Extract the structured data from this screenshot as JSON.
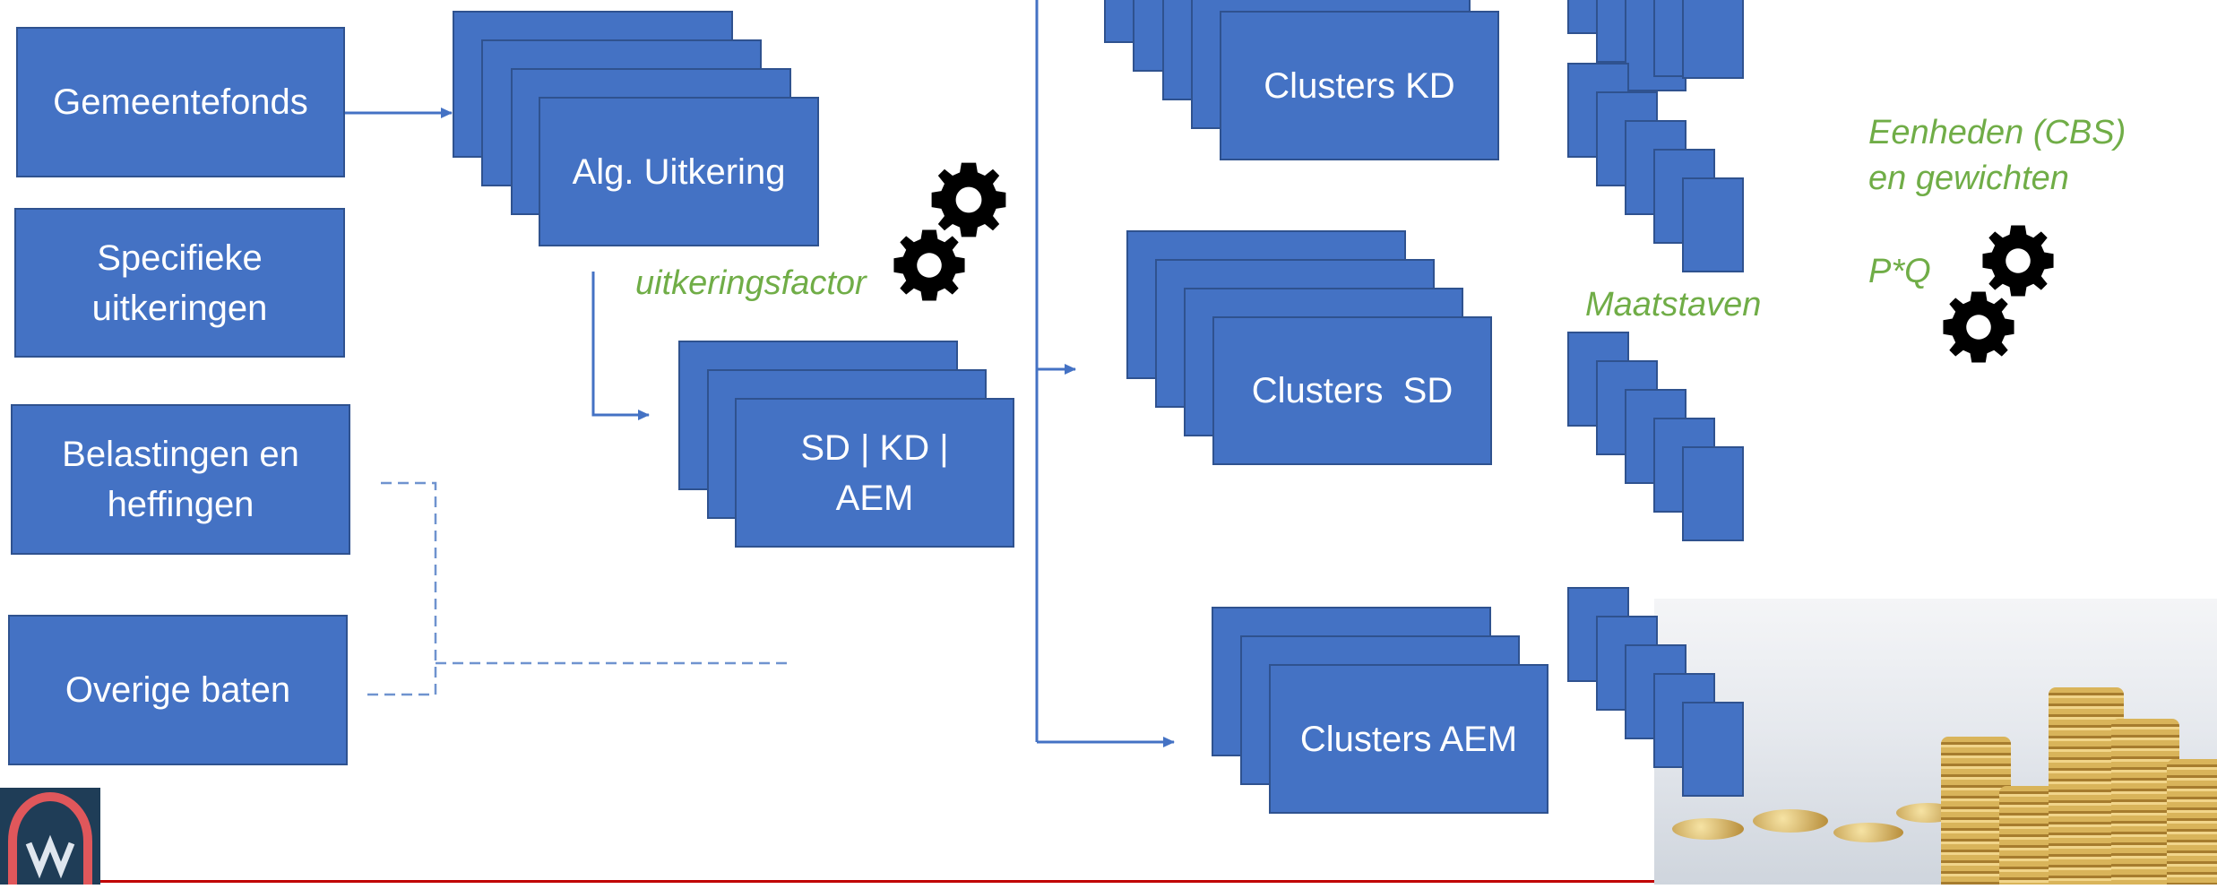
{
  "sources": {
    "gemeentefonds": "Gemeentefonds",
    "specifieke": [
      "Specifieke",
      "uitkeringen"
    ],
    "belastingen": [
      "Belastingen en",
      "heffingen"
    ],
    "overige": "Overige baten"
  },
  "alg_uitkering": "Alg. Uitkering",
  "sd_kd_aem": [
    "SD | KD |",
    "AEM"
  ],
  "clusters": {
    "kd": "Clusters KD",
    "sd": "Clusters  SD",
    "aem": "Clusters AEM"
  },
  "labels": {
    "uitkeringsfactor": "uitkeringsfactor",
    "maatstaven": "Maatstaven",
    "eenheden": [
      "Eenheden (CBS)",
      "en gewichten"
    ],
    "pq": "P*Q"
  },
  "icons": {
    "gear": "gear-icon",
    "logo": "lightbulb-logo-icon",
    "photo": "coin-stacks-photo"
  },
  "colors": {
    "box_fill": "#4472c4",
    "box_border": "#2f528f",
    "label_green": "#70ad47",
    "accent_red": "#c00000"
  }
}
